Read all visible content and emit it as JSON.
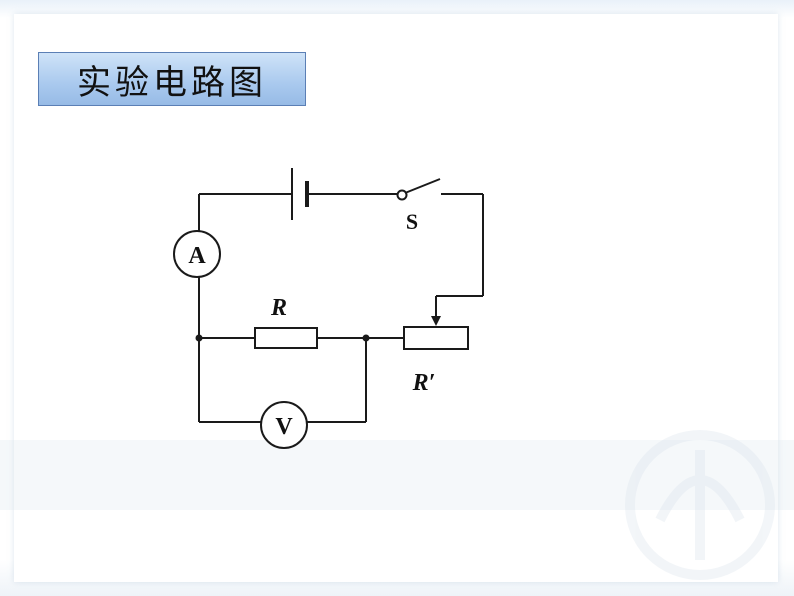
{
  "title": "实验电路图",
  "labels": {
    "switch": "S",
    "resistor": "R",
    "rheostat": "R′",
    "ammeter": "A",
    "voltmeter": "V"
  },
  "colors": {
    "title_fill": "#a9c9ee",
    "title_border": "#5b7fb5",
    "wire": "#1a1a1a"
  }
}
